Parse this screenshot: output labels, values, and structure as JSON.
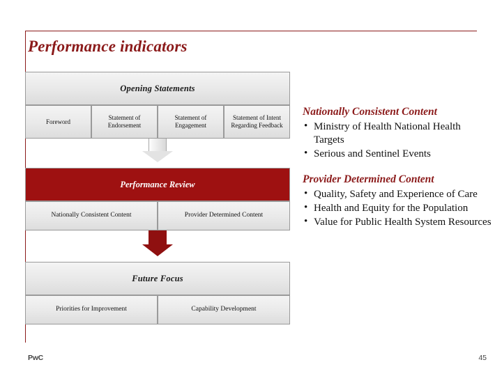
{
  "slide": {
    "title": "Performance indicators",
    "accent_color": "#8b1a1a",
    "band_red_color": "#9e1111"
  },
  "diagram": {
    "sections": [
      {
        "header": "Opening Statements",
        "cells": [
          "Foreword",
          "Statement of Endorsement",
          "Statement of Engagement",
          "Statement of Intent Regarding Feedback"
        ]
      },
      {
        "header": "Performance Review",
        "cells": [
          "Nationally Consistent Content",
          "Provider Determined Content"
        ]
      },
      {
        "header": "Future Focus",
        "cells": [
          "Priorities for Improvement",
          "Capability Development"
        ]
      }
    ]
  },
  "right_column": {
    "groups": [
      {
        "heading": "Nationally Consistent Content",
        "items": [
          "Ministry of Health National Health Targets",
          "Serious and Sentinel Events"
        ]
      },
      {
        "heading": "Provider Determined Content",
        "items": [
          "Quality, Safety and Experience of Care",
          "Health and Equity for the Population",
          "Value for Public Health System Resources"
        ]
      }
    ]
  },
  "footer": {
    "logo": "PwC",
    "page_number": "45"
  }
}
